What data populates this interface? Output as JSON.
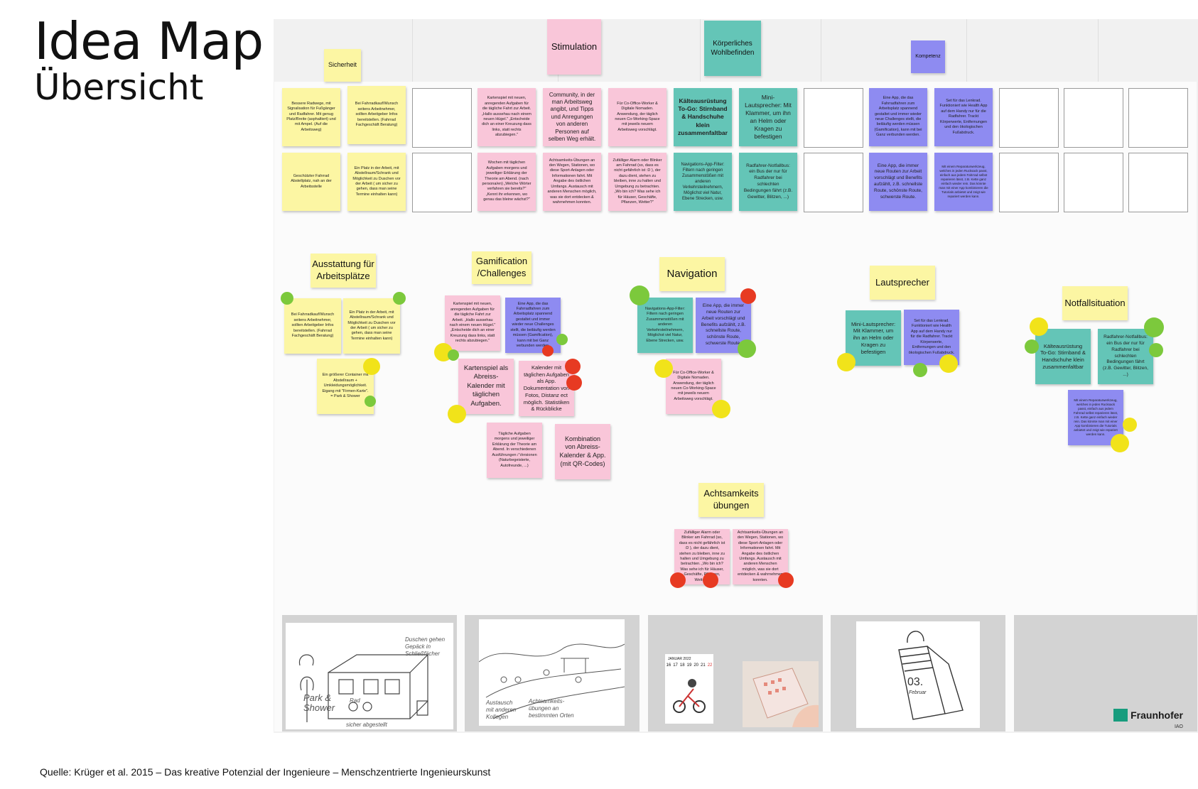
{
  "header": {
    "title": "Idea Map",
    "subtitle": "Übersicht"
  },
  "source": "Quelle: Krüger et al. 2015 – Das kreative Potenzial der Ingenieure – Menschzentrierte Ingenieurskunst",
  "colors": {
    "yellow": "#fcf6a3",
    "pink": "#f9c6d9",
    "teal": "#64c5b7",
    "purple": "#8e8bf1",
    "dot_green": "#7cc93c",
    "dot_yellow": "#f1e31a",
    "dot_red": "#e73a22",
    "fraunhofer_green": "#179c7d"
  },
  "category_headers": [
    {
      "label": "Sicherheit",
      "color": "yellow"
    },
    {
      "label": "Stimulation",
      "color": "pink"
    },
    {
      "label": "Körperliches Wohlbefinden",
      "color": "teal"
    },
    {
      "label": "Kompetenz",
      "color": "purple"
    }
  ],
  "matrix": {
    "row1": [
      "Bessere Radwege, mit Signalisation für Fußgänger und Radfahrer. Mit genug Platz/Breite (asphaltiert) und mit Ampel. (Auf die Arbeitsweg)",
      "Bei Fahrradkauf/Wunsch seitens Arbeitnehmer, sollten Arbeitgeber Infos bereitstellen. (Fahrrad Fachgeschäft Beratung)",
      "",
      "Kartenspiel mit neuen, anregenden Aufgaben für die tägliche Fahrt zur Arbeit. „Hallo aussehau nach einem neuen Hügel.\" „Entscheide dich an einer Kreuzung dass links, statt rechts abzubiegen.\"",
      "Community, in der man Arbeitsweg angibt, und Tipps und Anregungen von anderen Personen auf selben Weg erhält.",
      "Für Co-Office-Worker & Digitale Nomaden. Anwendung, der täglich neuen Co-Working-Space mit jeweils neuem Arbeitsweg vorschlägt.",
      "Kälteausrüstung To-Go: Stirnband & Handschuhe klein zusammenfaltbar",
      "Mini-Lautsprecher: Mit Klammer, um ihn an Helm oder Kragen zu befestigen",
      "",
      "Eine App, die das Fahrradfahren zum Arbeitsplatz spannend gestaltet und immer wieder neue Challenges stellt, die beiläufig werden müssen (Gamification), kann mit bei Ganz verbunden werden.",
      "Set für das Lenkrad. Funktioniert wie Health App auf dem Handy nur für die Radfahrer. Trackt Körperwerte, Entfernungen und den ökologischen Fußabdruck.",
      "",
      "",
      ""
    ],
    "row2": [
      "Geschützter Fahrrad Abstellplatz, nah an der Arbeitsstelle",
      "Ein Platz in der Arbeit, mit Abstellraum/Schrank und Möglichkeit zu Duschen vor der Arbeit ( um sicher zu gehen, dass man seine Termine einhalten kann)",
      "",
      "Wochen mit täglichen Aufgaben morgens und jeweiliger Erklärung der Theorie am Abend. (nach persona/en) „Welche Wörter verfahren sie bereits?\" „Kennt ihr erkennen, wo genau das bleine wächst?\"",
      "Achtsamkeits-Übungen an den Wegen, Stationen, wo diese Sport-Anlagen oder Informationen fahrt. Mit Angabe des östlichen Umfangs. Austausch mit anderen Menschen möglich, was sie dort entdecken & wahrnehmen konnten.",
      "Zufälliger Alarm oder Blinker am Fahrrad (so, dass es nicht gefährlich ist :D ), der dazu dient, stehen zu bleiben, inne zu halten und Umgebung zu betrachten. „Wo bin ich? Was sehe ich für Häuser, Geschäfte, Pflanzen, Wetter?\"",
      "Navigations-App-Filter: Filtern nach geringen Zusammenstößen mit anderen Verkehrsteilnehmern, Möglichst viel Natur, Ebene Strecken, usw.",
      "Radfahrer-Notfallbus: ein Bus der nur für Radfahrer bei schlechten Bedingungen fährt (z.B. Gewitter, Blitzen, ...)",
      "",
      "Eine App, die immer neue Routen zur Arbeit vorschlägt und Benefits aufzählt, z.B. schnellste Route, schönste Route, schwerste Route.",
      "Mit einem Reparaturwerkzeug, welches in jeden Rucksack passt, einfach aus jedem Fahrrad selbst reparieren lässt, z.B. Kette ganz einfach wieder rein. Das könnte man mit einer App kombinieren die Tutorials anbietet und zeigt wie repariert werden kann.",
      "",
      "",
      ""
    ]
  },
  "clusters": {
    "ausstattung": {
      "label": "Ausstattung für Arbeitsplätze",
      "notes": [
        "Bei Fahrradkauf/Wunsch seitens Arbeitnehmer, sollten Arbeitgeber Infos bereitstellen. (Fahrrad Fachgeschäft Beratung)",
        "Ein Platz in der Arbeit, mit Abstellraum/Schrank und Möglichkeit zu Duschen vor der Arbeit ( um sicher zu gehen, dass man seine Termine einhalten kann)",
        "Ein größerer Container mit Abstellraum + Umkleidungsmöglichkeit. Eigang mit \"Firmen-Karte\". = Park & Shower"
      ]
    },
    "gamification": {
      "label": "Gamification /Challenges",
      "notes": [
        "Kartenspiel mit neuen, anregenden Aufgaben für die tägliche Fahrt zur Arbeit. „Hallo aussehau nach einem neuen Hügel.\" „Entscheide dich an einer Kreuzung dass links, statt rechts abzubiegen.\"",
        "Eine App, die das Fahrradfahren zum Arbeitsplatz spannend gestaltet und immer wieder neue Challenges stellt, die beiläufig werden müssen (Gamification), kann mit bei Ganz verbunden werden.",
        "Kartenspiel als Abreiss-Kalender mit täglichen Aufgaben.",
        "Kalender mit täglichen Aufgaben als App. Dokumentation von Fotos, Distanz ect möglich. Statistiken & Rückblicke",
        "Tägliche Aufgaben morgens und jeweiliger Erklärung der Theorie am Abend. In verschiedenen Ausführungen / Versionen (Naturbegeisterte, Autofreunde, ...)",
        "Kombination von Abreiss-Kalender & App. (mit QR-Codes)"
      ]
    },
    "navigation": {
      "label": "Navigation",
      "notes": [
        "Navigations-App-Filter: Filtern nach geringen Zusammenstößen mit anderen Verkehrsteilnehmern, Möglichst viel Natur, Ebene Strecken, usw.",
        "Eine App, die immer neue Routen zur Arbeit vorschlägt und Benefits aufzählt, z.B. schnellste Route, schönste Route, schwerste Route.",
        "Für Co-Office-Worker & Digitale Nomaden. Anwendung, der täglich neuen Co-Working-Space mit jeweils neuem Arbeitsweg vorschlägt."
      ]
    },
    "lautsprecher": {
      "label": "Lautsprecher",
      "notes": [
        "Mini-Lautsprecher: Mit Klammer, um ihn an Helm oder Kragen zu befestigen",
        "Set für das Lenkrad. Funktioniert wie Health App auf dem Handy nur für die Radfahrer. Trackt Körperwerte, Entfernungen und den ökologischen Fußabdruck."
      ]
    },
    "notfall": {
      "label": "Notfallsituation",
      "notes": [
        "Kälteausrüstung To-Go: Stirnband & Handschuhe klein zusammenfaltbar",
        "Radfahrer-Notfallbus: ein Bus der nur für Radfahrer bei schlechten Bedingungen fährt (z.B. Gewitter, Blitzen, ...)",
        "Mit einem Reparaturwerkzeug, welches in jeden Rucksack passt, einfach aus jedem Fahrrad selbst reparieren lässt, z.B. Kette ganz einfach wieder rein. Das könnte man mit einer App kombinieren die Tutorials anbietet und zeigt wie repariert werden kann."
      ]
    },
    "achtsamkeit": {
      "label": "Achtsamkeits übungen",
      "notes": [
        "Zufälliger Alarm oder Blinker am Fahrrad (so, dass es nicht gefährlich ist :D ), der dazu dient, stehen zu bleiben, inne zu halten und Umgebung zu betrachten. „Wo bin ich? Was sehe ich für Häuser, Geschäfte, Pflanzen, Wetter?\"",
        "Achtsamkeits-Übungen an den Wegen, Stationen, wo diese Sport-Anlagen oder Informationen fahrt. Mit Angabe des östlichen Umfangs. Austausch mit anderen Menschen möglich, was sie dort entdecken & wahrnehmen konnten."
      ]
    }
  },
  "sketches": {
    "s1": {
      "park": "Park &",
      "shower": "Shower",
      "top": "Duschen gehen",
      "top2": "Gepäck in",
      "top3": "Schließfächer",
      "bottom": "Rad",
      "bottom2": "sicher abgestellt"
    },
    "s2": {
      "left": "Austausch",
      "left2": "mit anderen",
      "left3": "Kollegen",
      "mid": "Achtsamkeits-",
      "mid2": "übungen an",
      "mid3": "bestimmten Orten"
    },
    "s3": {
      "month": "JANUAR 2022",
      "days": [
        "16",
        "17",
        "18",
        "19",
        "20",
        "21",
        "22"
      ]
    },
    "s4": {
      "date": "03.",
      "sub": "Februar"
    },
    "logo": {
      "name": "Fraunhofer",
      "institute": "IAO"
    }
  }
}
